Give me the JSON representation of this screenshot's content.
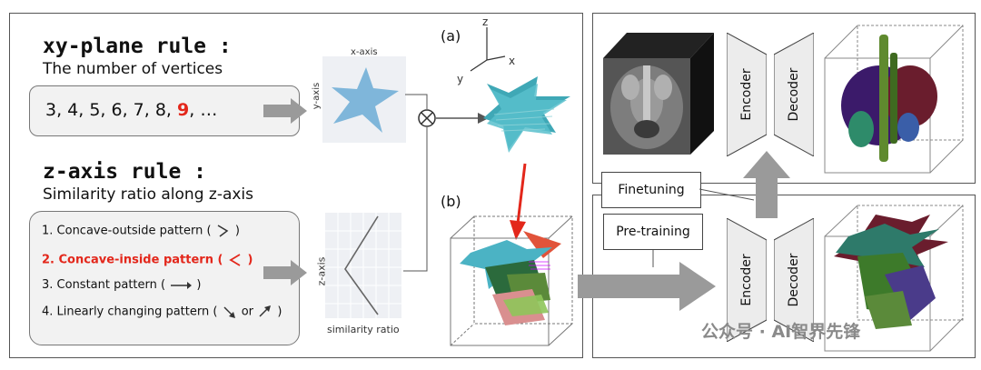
{
  "xy_rule": {
    "title": "xy-plane rule :",
    "subtitle": "The number of vertices",
    "sequence_prefix": "3, 4, 5, 6, 7, 8,",
    "sequence_highlight": "9",
    "sequence_suffix": ", …",
    "plot_x_label": "x-axis",
    "plot_y_label": "y-axis"
  },
  "z_rule": {
    "title": "z-axis rule :",
    "subtitle": "Similarity ratio along z-axis",
    "patterns": [
      "1. Concave-outside pattern (",
      "2. Concave-inside pattern (",
      "3. Constant pattern (",
      "4. Linearly changing pattern ("
    ],
    "pattern_close": ")",
    "pattern_or": "or",
    "plot_x_label": "similarity ratio",
    "plot_y_label": "z-axis"
  },
  "middle": {
    "label_a": "(a)",
    "label_b": "(b)",
    "axis_z": "z",
    "axis_x": "x",
    "axis_y": "y"
  },
  "right": {
    "finetuning": "Finetuning",
    "pretraining": "Pre-training",
    "encoder": "Encoder",
    "decoder": "Decoder"
  },
  "watermark": "公众号 · AI智界先锋",
  "colors": {
    "highlight_red": "#e3271b",
    "star_blue": "#7fb6da",
    "teal": "#4bb3c4",
    "arrow_gray": "#9a9a9a"
  }
}
